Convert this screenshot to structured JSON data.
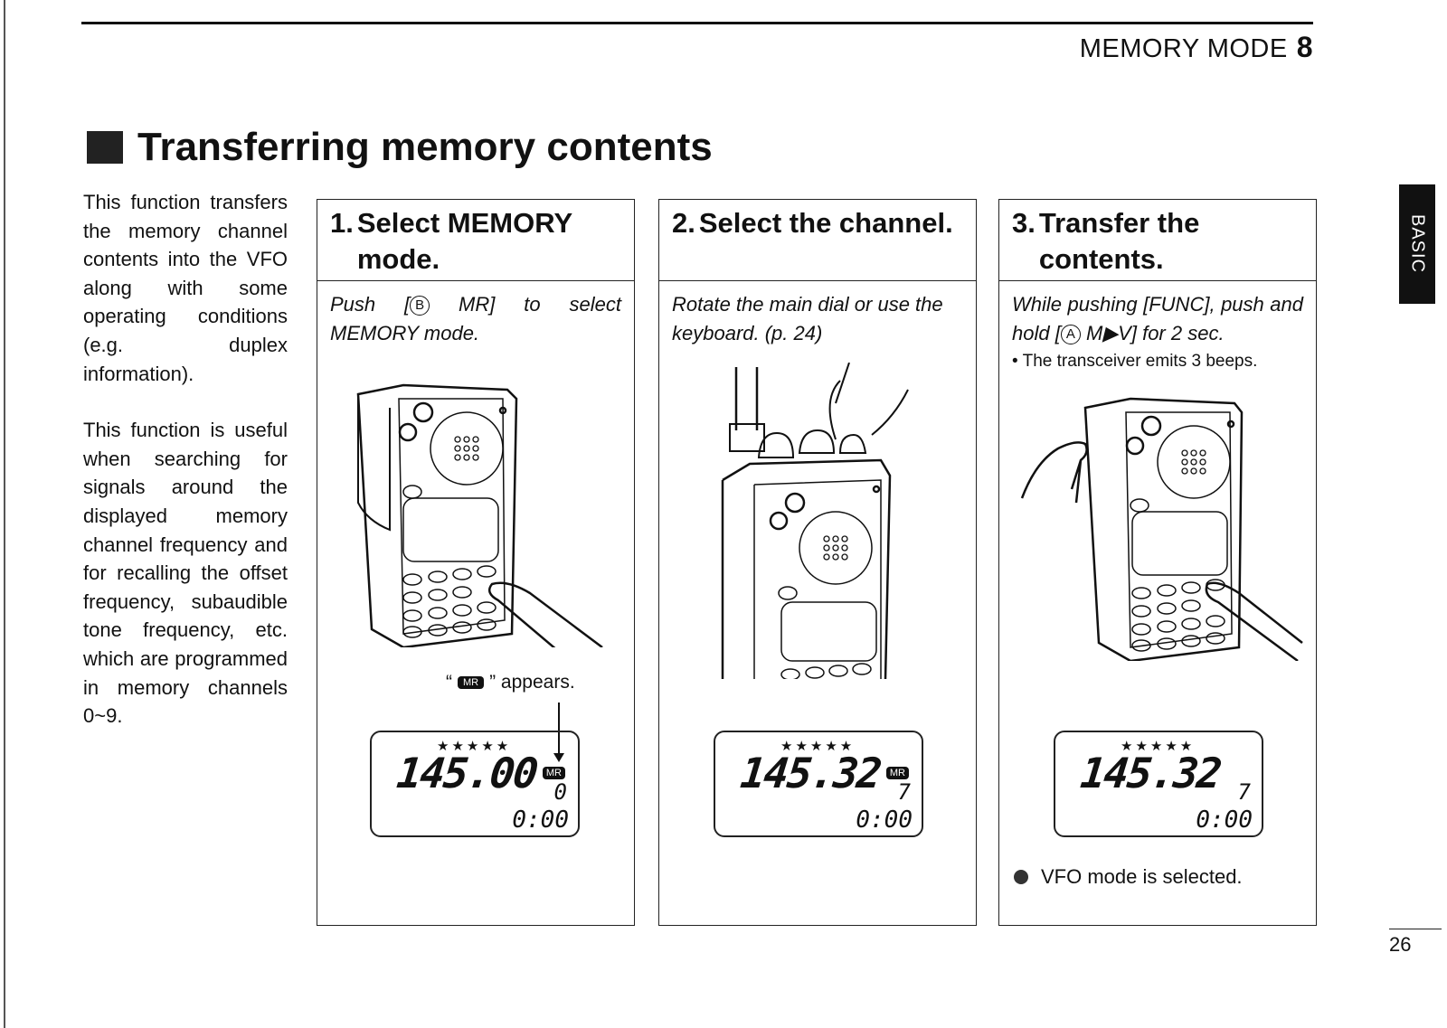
{
  "header": {
    "running_title": "MEMORY MODE",
    "chapter_number": "8",
    "side_tab": "BASIC",
    "page_number": "26"
  },
  "section": {
    "title": "Transferring memory contents",
    "intro_paragraphs": [
      "This function transfers the memory channel contents into the VFO along with some operating conditions (e.g. duplex information).",
      "This function is useful when searching for signals around the displayed memory channel frequency and for recalling the offset frequency, subaudible tone frequency, etc. which are programmed in memory channels 0~9."
    ]
  },
  "steps": [
    {
      "number": "1.",
      "title": "Select MEMORY mode.",
      "instruction_pre": "Push [",
      "key_letter": "B",
      "instruction_post": " MR] to select MEMORY mode.",
      "callout": {
        "pre": "“",
        "badge": "MR",
        "post": "” appears."
      },
      "display": {
        "stars": "★★★★★",
        "frequency": "145.00",
        "mr_indicator": "MR",
        "channel": "0",
        "time": "0:00"
      },
      "illustration": "transceiver-finger-pressing-keypad"
    },
    {
      "number": "2.",
      "title": "Select the channel.",
      "instruction": "Rotate the main dial or use the keyboard. (p. 24)",
      "display": {
        "stars": "★★★★★",
        "frequency": "145.32",
        "mr_indicator": "MR",
        "channel": "7",
        "time": "0:00"
      },
      "illustration": "transceiver-fingers-turning-dial"
    },
    {
      "number": "3.",
      "title": "Transfer the contents.",
      "instruction_pre": "While pushing [FUNC], push and hold [",
      "key_letter": "A",
      "instruction_post": " M▶V] for 2 sec.",
      "note": "• The transceiver emits 3 beeps.",
      "display": {
        "stars": "★★★★★",
        "frequency": "145.32",
        "mr_indicator": "",
        "channel": "7",
        "time": "0:00"
      },
      "result": "VFO mode is selected.",
      "illustration": "transceiver-two-hands-func-and-key"
    }
  ]
}
